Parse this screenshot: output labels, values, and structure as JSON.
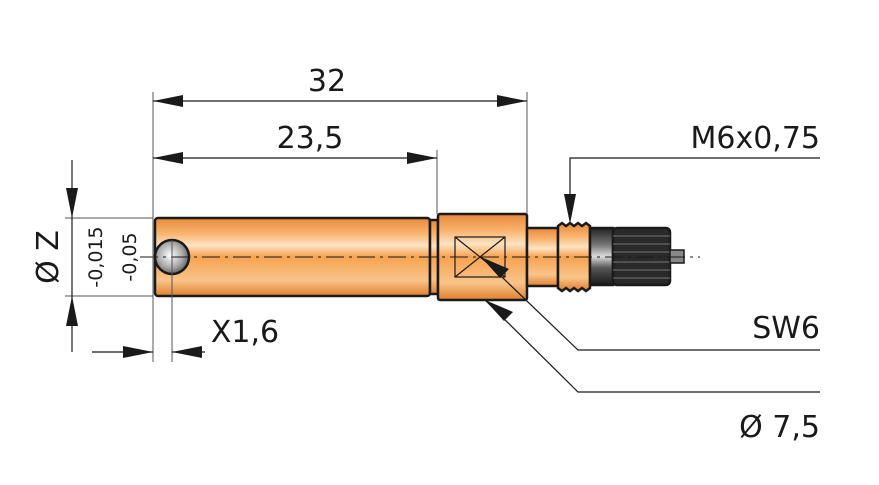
{
  "dimensions": {
    "overall_length": "32",
    "body_length": "23,5",
    "diameter_label": "Ø Z",
    "tolerance_upper": "-0,015",
    "tolerance_lower": "-0,05",
    "ball_offset": "X1,6",
    "thread": "M6x0,75",
    "wrench_size": "SW6",
    "hex_diameter": "Ø 7,5"
  },
  "colors": {
    "body": "#f5a04a",
    "knurl": "#2a2a2a"
  }
}
